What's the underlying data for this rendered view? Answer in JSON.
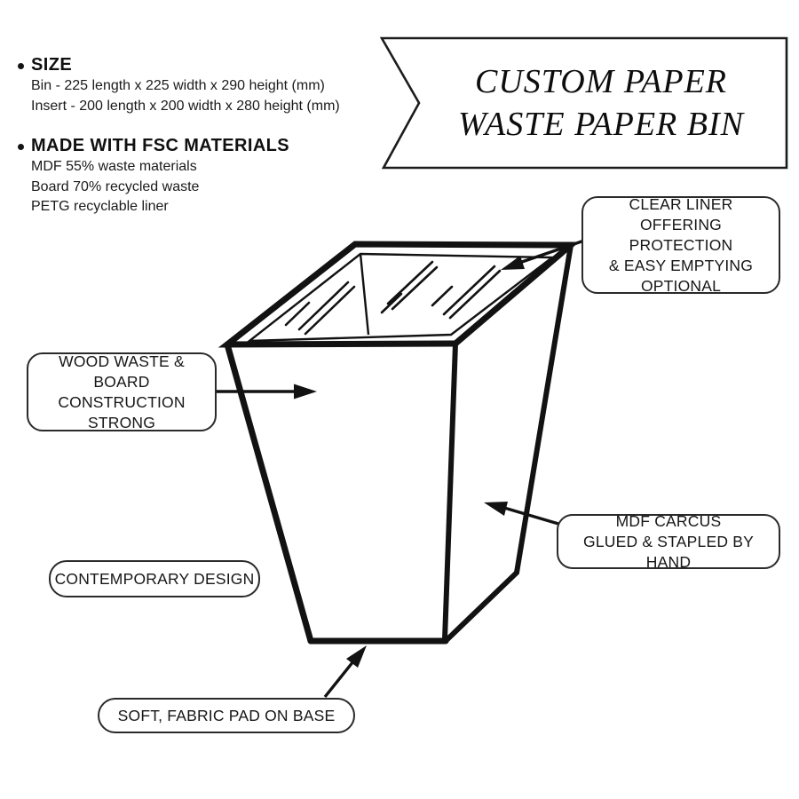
{
  "palette": {
    "background": "#ffffff",
    "ink": "#121212",
    "box_border": "#2a2a2a"
  },
  "specs": {
    "size": {
      "heading": "SIZE",
      "lines": [
        "Bin - 225 length  x 225 width x 290 height (mm)",
        "Insert - 200 length  x 200 width x 280 height (mm)"
      ]
    },
    "materials": {
      "heading": "MADE WITH FSC MATERIALS",
      "lines": [
        "MDF 55% waste materials",
        "Board 70% recycled waste",
        "PETG recyclable liner"
      ]
    }
  },
  "banner": {
    "line1": "CUSTOM PAPER",
    "line2": "WASTE PAPER BIN"
  },
  "callouts": {
    "clear_liner": {
      "lines": [
        "CLEAR LINER",
        "OFFERING PROTECTION",
        "& EASY EMPTYING",
        "OPTIONAL"
      ]
    },
    "wood_waste": {
      "lines": [
        "WOOD WASTE & BOARD",
        "CONSTRUCTION",
        "STRONG"
      ]
    },
    "contemporary": {
      "lines": [
        "CONTEMPORARY DESIGN"
      ]
    },
    "mdf": {
      "lines": [
        "MDF CARCUS",
        "GLUED & STAPLED BY HAND"
      ]
    },
    "fabric_pad": {
      "lines": [
        "SOFT, FABRIC PAD ON BASE"
      ]
    }
  },
  "icons": {
    "bullet": "dot-bullet-icon",
    "arrows": [
      "clear-liner-arrow",
      "wood-waste-arrow",
      "mdf-arrow",
      "fabric-pad-arrow"
    ]
  }
}
